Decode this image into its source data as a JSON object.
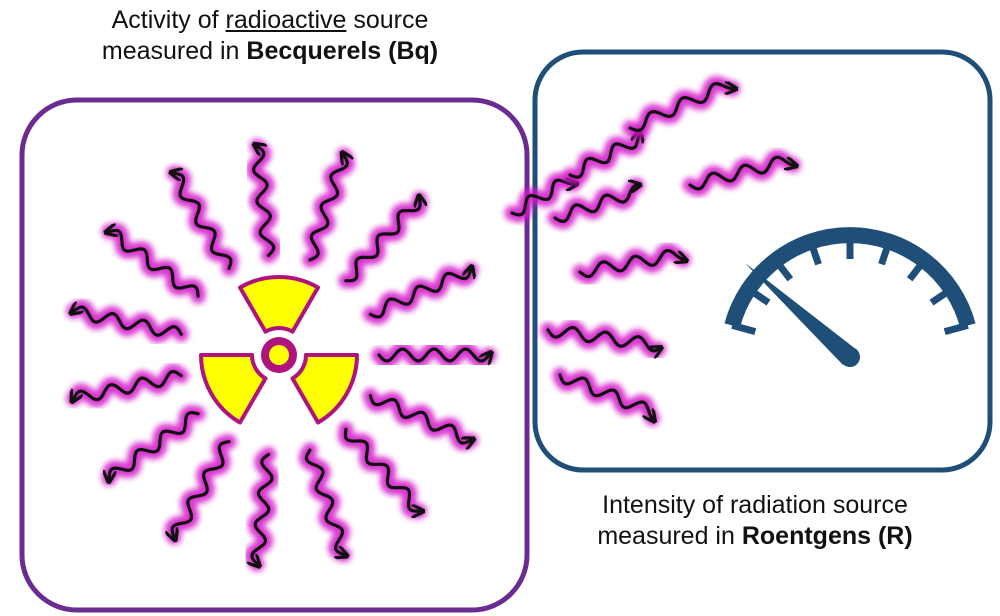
{
  "activity_caption": {
    "line1_prefix": "Activity of ",
    "line1_underlined": "radioactive",
    "line1_suffix": " source",
    "line2_prefix": "measured in ",
    "line2_bold": "Becquerels (Bq)"
  },
  "intensity_caption": {
    "line1": "Intensity of radiation source",
    "line2_prefix": "measured in ",
    "line2_bold": "Roentgens (R)"
  },
  "colors": {
    "source_box": "#6A2C91",
    "meter_box": "#1F4E79",
    "gauge": "#1F4E79",
    "wave_glow": "#D316C8",
    "wave_line": "#111111",
    "trefoil_fill": "#FFFF00",
    "trefoil_edge": "#B0127E"
  },
  "icons": [
    "radiation-trefoil-icon",
    "gauge-icon",
    "radiation-wave-icon"
  ]
}
